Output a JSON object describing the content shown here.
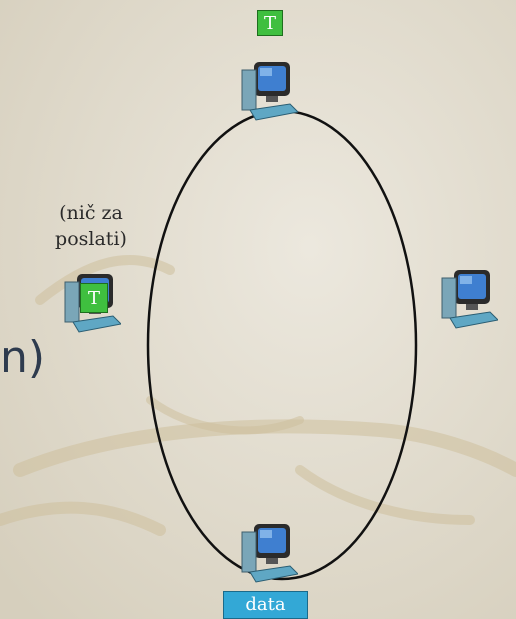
{
  "tokens": {
    "top_label": "T",
    "left_label": "T"
  },
  "note": {
    "line1": "(nič za",
    "line2": "poslati)"
  },
  "data_label": "data",
  "partial_text": "n)",
  "colors": {
    "background": "#e4dfd2",
    "token_green": "#3fbf3f",
    "data_blue": "#33a8d6",
    "ring": "#111111",
    "text_dark": "#2e3b4e"
  },
  "icons": [
    "computer-icon"
  ]
}
